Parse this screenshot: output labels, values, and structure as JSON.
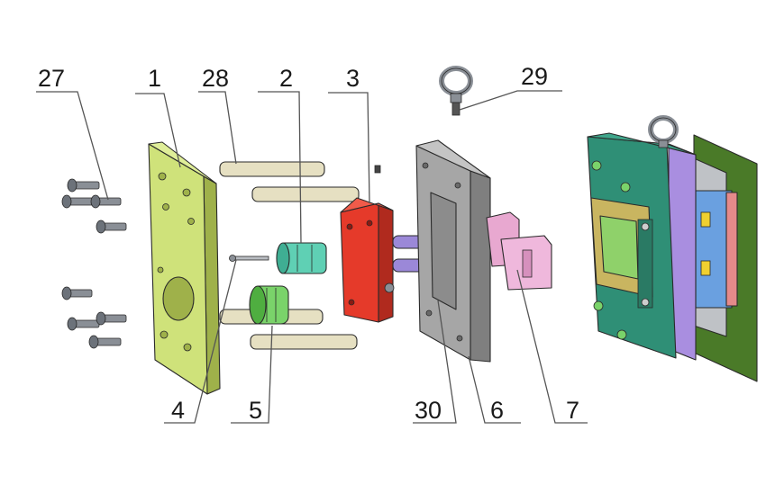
{
  "labels": {
    "p27": "27",
    "p1": "1",
    "p28": "28",
    "p2": "2",
    "p3": "3",
    "p29": "29",
    "p4": "4",
    "p5": "5",
    "p30": "30",
    "p6": "6",
    "p7": "7"
  },
  "colors": {
    "clamp_plate": "#cfe27a",
    "guide_pin": "#e6e0c2",
    "sprue_bushing": "#5fd0b4",
    "locating_ring": "#7ad36a",
    "cavity_plate": "#e53a2a",
    "core_plate": "#a6a6a6",
    "core_insert": "#e8a8d0",
    "assembly_green": "#2f8f76",
    "assembly_purple": "#a98ee0",
    "assembly_blue": "#6aa0e0",
    "assembly_dark_green": "#4a7a28",
    "screw": "#8a8f96"
  }
}
